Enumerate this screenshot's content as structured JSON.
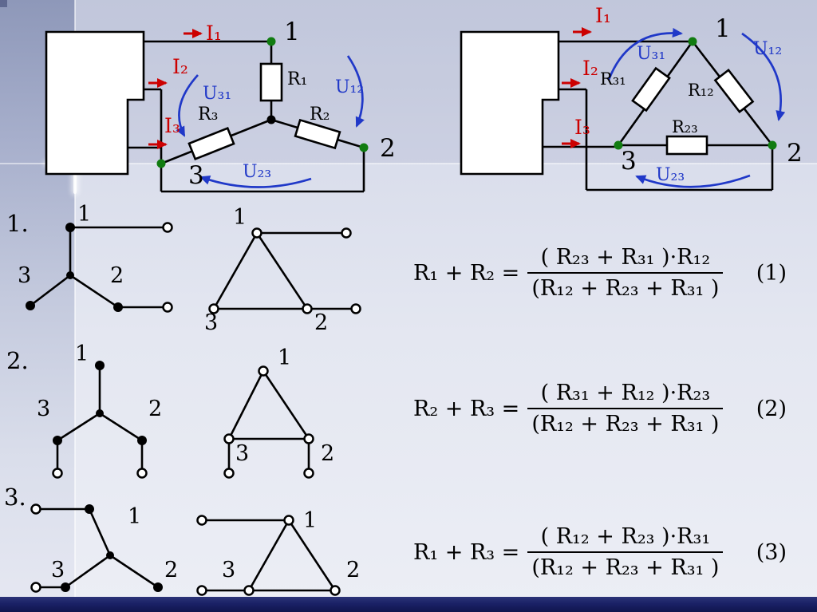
{
  "watermark": "",
  "slide_colors": {
    "current_red": "#cc0000",
    "voltage_blue": "#2038c8",
    "node_green": "#117c11",
    "footer_bar": "#1a2166",
    "background": "#e4e7f1"
  },
  "circuit_star": {
    "nodes": {
      "n1": "1",
      "n2": "2",
      "n3": "3"
    },
    "resistors": {
      "r1": "R₁",
      "r2": "R₂",
      "r3": "R₃"
    },
    "currents": {
      "i1": "I₁",
      "i2": "I₂",
      "i3": "I₃"
    },
    "voltages": {
      "u31": "U₃₁",
      "u12": "U₁₂",
      "u23": "U₂₃"
    }
  },
  "circuit_delta": {
    "nodes": {
      "n1": "1",
      "n2": "2",
      "n3": "3"
    },
    "resistors": {
      "r31": "R₃₁",
      "r12": "R₁₂",
      "r23": "R₂₃"
    },
    "currents": {
      "i1": "I₁",
      "i2": "I₂",
      "i3": "I₃"
    },
    "voltages": {
      "u31": "U₃₁",
      "u12": "U₁₂",
      "u23": "U₂₃"
    }
  },
  "rows": [
    {
      "no": "1.",
      "star": {
        "n1": "1",
        "n2": "2",
        "n3": "3"
      },
      "tri": {
        "n1": "1",
        "n2": "2",
        "n3": "3"
      }
    },
    {
      "no": "2.",
      "star": {
        "n1": "1",
        "n2": "2",
        "n3": "3"
      },
      "tri": {
        "n1": "1",
        "n2": "2",
        "n3": "3"
      }
    },
    {
      "no": "3.",
      "star": {
        "n1": "1",
        "n2": "2",
        "n3": "3"
      },
      "tri": {
        "n1": "1",
        "n2": "2",
        "n3": "3"
      }
    }
  ],
  "equations": [
    {
      "lhs": "R₁ + R₂ =",
      "num": "( R₂₃ + R₃₁ )·R₁₂",
      "den": "(R₁₂ + R₂₃ + R₃₁ )",
      "no": "(1)"
    },
    {
      "lhs": "R₂ + R₃ =",
      "num": "( R₃₁ + R₁₂ )·R₂₃",
      "den": "(R₁₂ + R₂₃ + R₃₁ )",
      "no": "(2)"
    },
    {
      "lhs": "R₁ + R₃ =",
      "num": "( R₁₂ + R₂₃ )·R₃₁",
      "den": "(R₁₂ + R₂₃ + R₃₁ )",
      "no": "(3)"
    }
  ]
}
